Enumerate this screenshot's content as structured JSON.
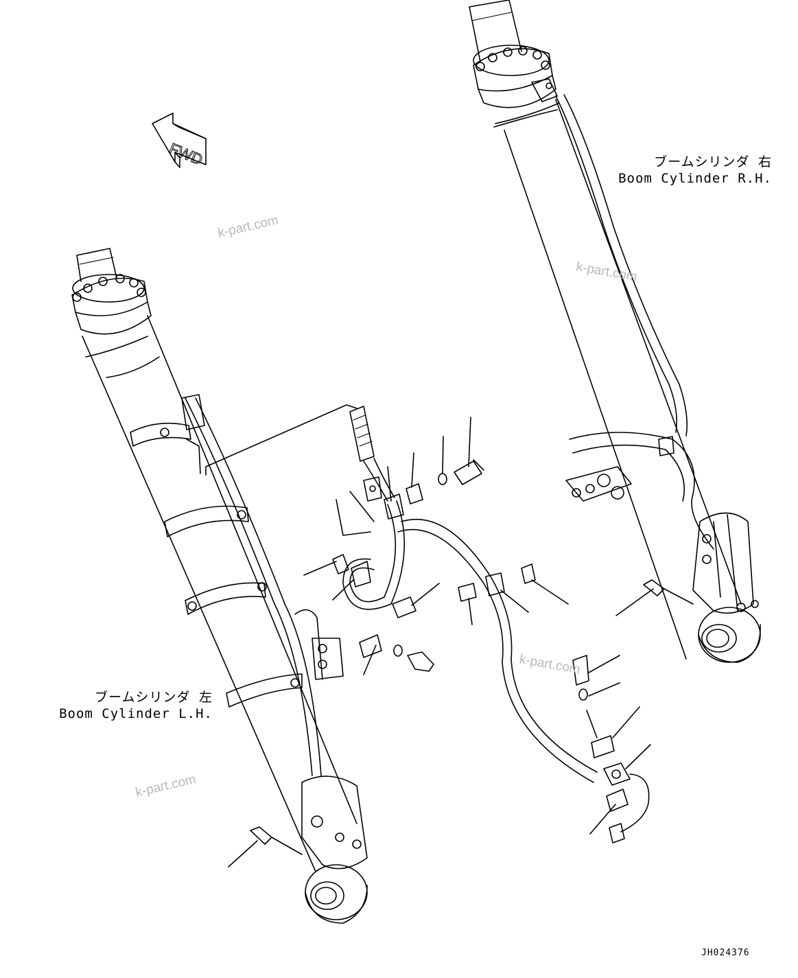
{
  "labels": {
    "right_cylinder": {
      "jp": "ブームシリンダ 右",
      "en": "Boom Cylinder R.H."
    },
    "left_cylinder": {
      "jp": "ブームシリンダ 左",
      "en": "Boom Cylinder L.H."
    }
  },
  "fwd_arrow": "FWD",
  "watermarks": [
    "k-part.com",
    "k-part.com",
    "k-part.com",
    "k-part.com"
  ],
  "drawing_code": "JH024376",
  "colors": {
    "line": "#000000",
    "watermark": "#b8b8b8",
    "background": "#ffffff"
  }
}
